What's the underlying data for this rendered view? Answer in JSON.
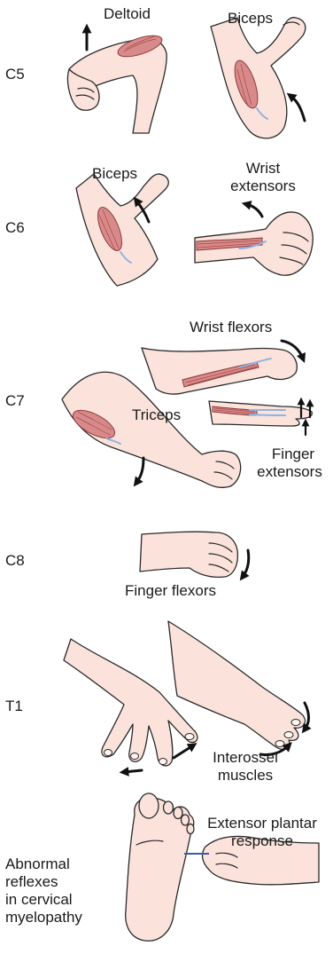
{
  "levels": [
    {
      "level": "C5",
      "labels": [
        "Deltoid",
        "Biceps"
      ]
    },
    {
      "level": "C6",
      "labels": [
        "Biceps",
        "Wrist",
        "extensors"
      ]
    },
    {
      "level": "C7",
      "labels": [
        "Wrist flexors",
        "Triceps",
        "Finger",
        "extensors"
      ]
    },
    {
      "level": "C8",
      "labels": [
        "Finger flexors"
      ]
    },
    {
      "level": "T1",
      "labels": [
        "Interossei",
        "muscles"
      ]
    }
  ],
  "bottom": {
    "left_lines": [
      "Abnormal",
      "reflexes",
      "in cervical",
      "myelopathy"
    ],
    "right_lines": [
      "Extensor plantar",
      "response"
    ]
  },
  "colors": {
    "skin": "#fbe3dc",
    "muscle": "#d88a8a",
    "tendon": "#8fb4e0",
    "outline": "#2a2a2a"
  },
  "icons": [
    "up-arrow-icon",
    "curved-arrow-icon"
  ]
}
